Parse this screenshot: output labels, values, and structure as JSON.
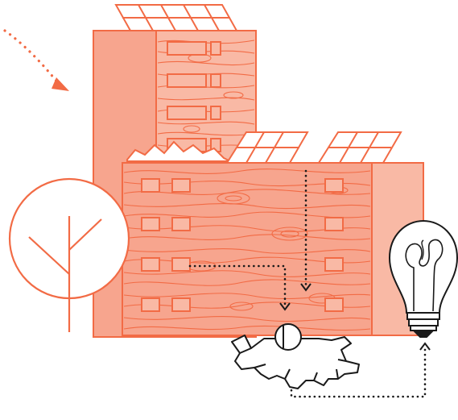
{
  "colors": {
    "primary": "#f26b45",
    "fill_light": "#f7a58e",
    "fill_panel": "#f9b9a5",
    "ink": "#1a1a1a",
    "background": "#ffffff"
  },
  "illustration": {
    "elements": [
      "arrow-dotted",
      "solar-panel",
      "timber-building",
      "tree",
      "wood-grain",
      "window",
      "energy-flow-dotted-line",
      "gear-turbine",
      "light-bulb"
    ]
  }
}
